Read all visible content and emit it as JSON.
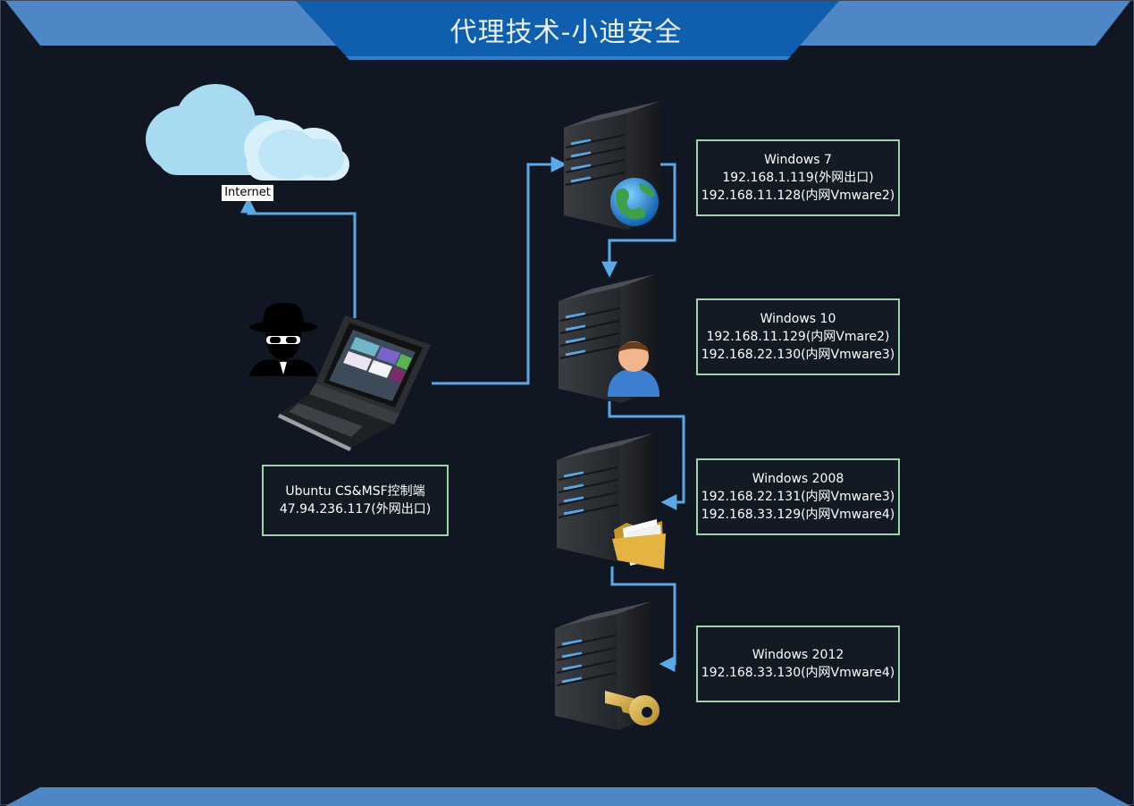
{
  "title": "代理技术-小迪安全",
  "internet_label": "Internet",
  "controller": {
    "line1": "Ubuntu CS&MSF控制端",
    "line2": "47.94.236.117(外网出口)"
  },
  "hosts": [
    {
      "name": "Windows 7",
      "lines": [
        "Windows 7",
        "192.168.1.119(外网出口)",
        "192.168.11.128(内网Vmware2)"
      ],
      "badge": "globe-icon"
    },
    {
      "name": "Windows 10",
      "lines": [
        "Windows 10",
        "192.168.11.129(内网Vmare2)",
        "192.168.22.130(内网Vmware3)"
      ],
      "badge": "user-icon"
    },
    {
      "name": "Windows 2008",
      "lines": [
        "Windows 2008",
        "192.168.22.131(内网Vmware3)",
        "192.168.33.129(内网Vmware4)"
      ],
      "badge": "folder-icon"
    },
    {
      "name": "Windows 2012",
      "lines": [
        "Windows 2012",
        "192.168.33.130(内网Vmware4)"
      ],
      "badge": "key-icon"
    }
  ],
  "colors": {
    "background": "#111722",
    "banner": "#4f86c6",
    "banner_center": "#0f5fae",
    "connector": "#5aa9e6",
    "box_border": "#9fd3a9"
  }
}
